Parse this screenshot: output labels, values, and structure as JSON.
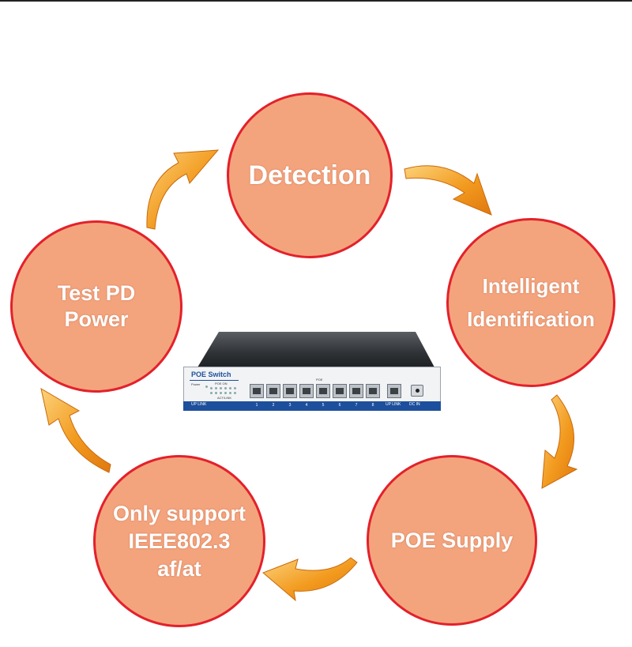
{
  "nodes": {
    "detection": "Detection",
    "intelligent_identification": "Intelligent\nIdentification",
    "poe_supply": "POE  Supply",
    "only_support": "Only support\nIEEE802.3\naf/at",
    "test_pd_power": "Test PD\nPower"
  },
  "device": {
    "brand": "POE Switch",
    "power_label": "Power",
    "poe_on_label": "POE  ON",
    "poe_label": "POE",
    "act_link_label": "ACT/LINK",
    "up_link_left": "UP LINK",
    "up_link_right": "UP LINK",
    "dc_in": "DC IN",
    "ports": [
      "1",
      "2",
      "3",
      "4",
      "5",
      "6",
      "7",
      "8"
    ]
  },
  "colors": {
    "circle_fill": "#f4a47d",
    "circle_border": "#e3212b",
    "arrow": "#f29a1e",
    "text": "#ffffff",
    "device_band": "#1d4f9c"
  }
}
